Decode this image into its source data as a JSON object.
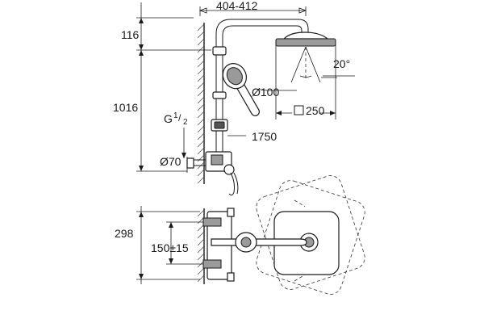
{
  "dimensions": {
    "reach": "404-412",
    "top_offset": "116",
    "height": "1016",
    "thread_g": "G",
    "thread_num": "1",
    "thread_den": "2",
    "connection_dia": "Ø70",
    "hand_shower_dia": "Ø100",
    "head_square": "250",
    "angle": "20°",
    "hose_length": "1750",
    "plan_depth": "298",
    "centres": "150±15"
  }
}
